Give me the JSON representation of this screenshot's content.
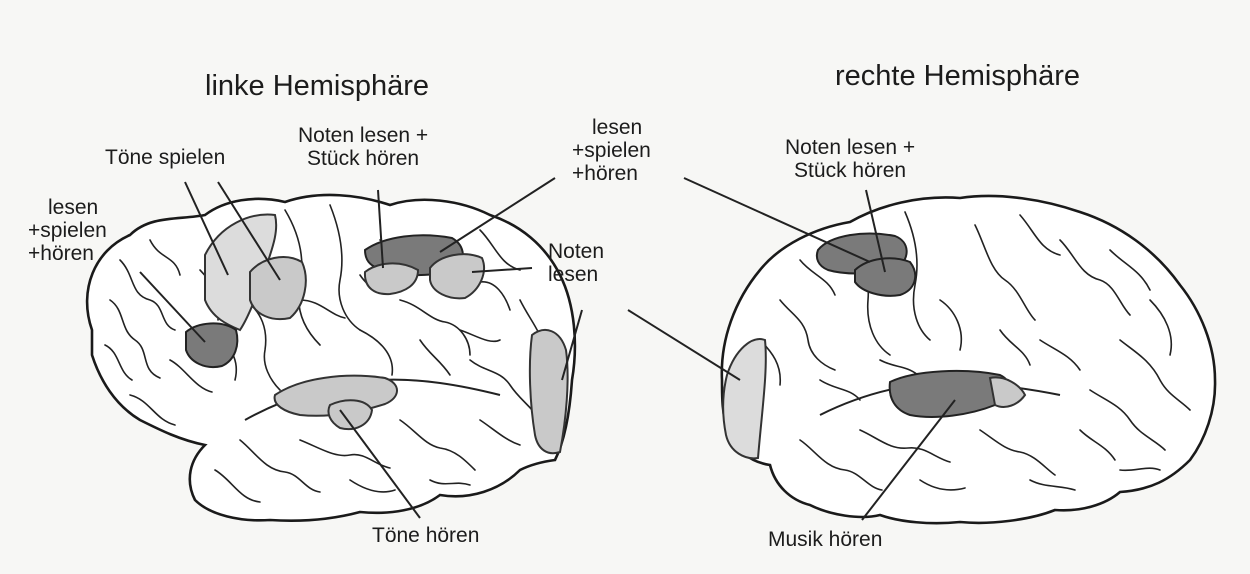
{
  "left_hemisphere": {
    "title": "linke Hemisphäre",
    "labels": {
      "toene_spielen": "Töne spielen",
      "noten_stueck": [
        "Noten lesen +",
        "Stück hören"
      ],
      "lesen_spielen_hoeren_top": [
        "lesen",
        "+spielen",
        "+hören"
      ],
      "lesen_spielen_hoeren_left": [
        "lesen",
        "+spielen",
        "+hören"
      ],
      "noten_lesen": [
        "Noten",
        "lesen"
      ],
      "toene_hoeren": "Töne hören"
    }
  },
  "right_hemisphere": {
    "title": "rechte Hemisphäre",
    "labels": {
      "noten_stueck": [
        "Noten lesen +",
        "Stück hören"
      ],
      "musik_hoeren": "Musik hören"
    }
  },
  "colors": {
    "background": "#f7f7f5",
    "ink": "#1c1c1c",
    "region_dark": "#7a7a7a",
    "region_light": "#c9c9c9"
  }
}
